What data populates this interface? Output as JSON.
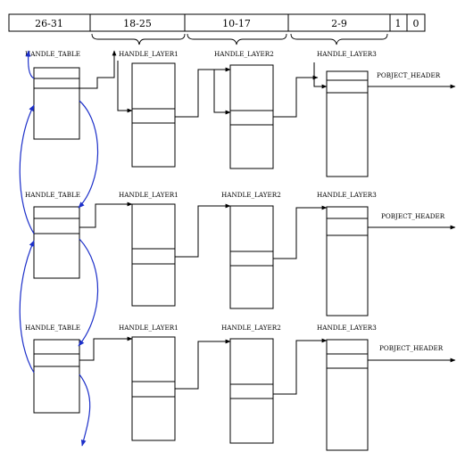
{
  "bit_fields": [
    "26-31",
    "18-25",
    "10-17",
    "2-9",
    "1",
    "0"
  ],
  "labels": {
    "handle_table": "HANDLE_TABLE",
    "handle_layer1": "HANDLE_LAYER1",
    "handle_layer2": "HANDLE_LAYER2",
    "handle_layer3": "HANDLE_LAYER3",
    "object_header": "POBJECT_HEADER"
  },
  "colors": {
    "line": "#000000",
    "link_arrow": "#1c2fc9",
    "background": "#ffffff"
  }
}
